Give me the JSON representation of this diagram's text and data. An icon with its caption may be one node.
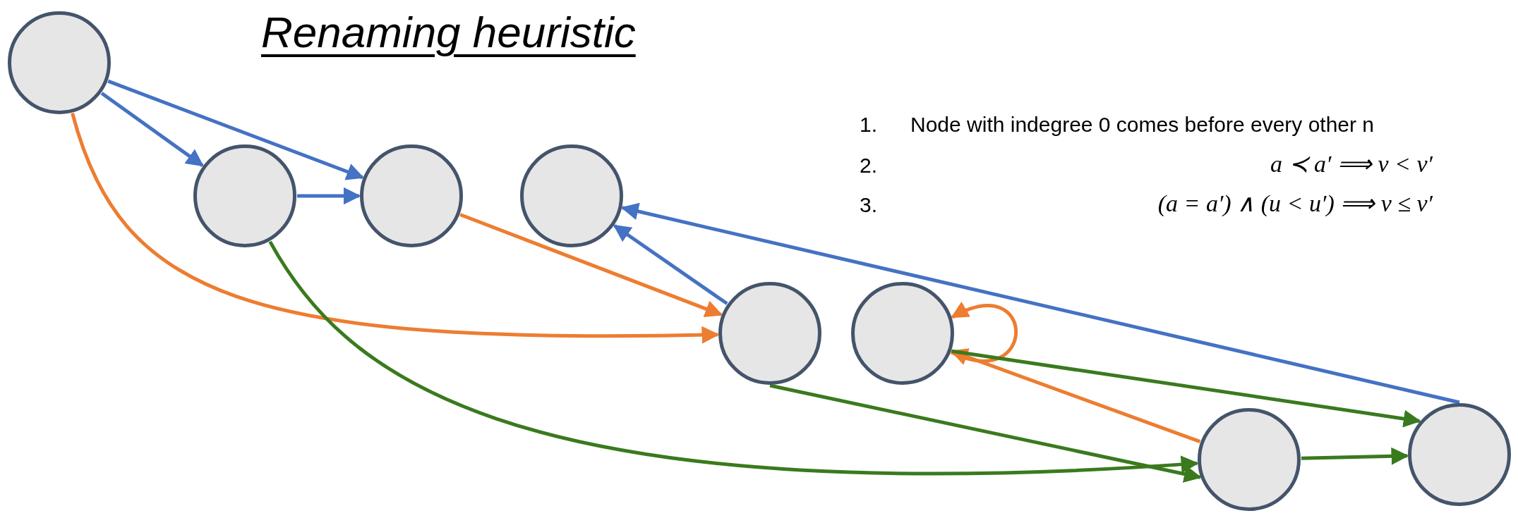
{
  "diagram": {
    "title": "Renaming heuristic",
    "nodes": [
      {
        "text": [],
        "shape": "circle"
      },
      {
        "text": [],
        "shape": "circle"
      },
      {
        "text": [],
        "shape": "circle"
      },
      {
        "text": [],
        "shape": "circle"
      },
      {
        "text": [],
        "shape": "circle"
      },
      {
        "text": [],
        "shape": "circle"
      },
      {
        "text": [],
        "shape": "circle"
      },
      {
        "text": [],
        "shape": "circle"
      }
    ],
    "edges": [
      {
        "from": 0,
        "to": 1,
        "arrow": "to",
        "color": "#4472c4"
      },
      {
        "from": 0,
        "to": 2,
        "arrow": "to",
        "color": "#4472c4"
      },
      {
        "from": 1,
        "to": 2,
        "arrow": "to",
        "color": "#4472c4"
      },
      {
        "from": 4,
        "to": 3,
        "arrow": "to",
        "color": "#4472c4"
      },
      {
        "from": 7,
        "to": 3,
        "arrow": "to",
        "color": "#4472c4"
      },
      {
        "from": 0,
        "to": 4,
        "arrow": "to",
        "color": "#ed7d31"
      },
      {
        "from": 2,
        "to": 4,
        "arrow": "to",
        "color": "#ed7d31"
      },
      {
        "from": 5,
        "to": 5,
        "arrow": "to",
        "color": "#ed7d31"
      },
      {
        "from": 6,
        "to": 5,
        "arrow": "to",
        "color": "#ed7d31"
      },
      {
        "from": 1,
        "to": 6,
        "arrow": "to",
        "color": "#3a7a1e"
      },
      {
        "from": 4,
        "to": 6,
        "arrow": "to",
        "color": "#3a7a1e"
      },
      {
        "from": 5,
        "to": 7,
        "arrow": "to",
        "color": "#3a7a1e"
      },
      {
        "from": 6,
        "to": 7,
        "arrow": "to",
        "color": "#3a7a1e"
      }
    ],
    "labels": [
      "1.",
      "Node with indegree 0 comes before every other n",
      "2.",
      "a ≺ a′ ⟹ v < v′",
      "3.",
      "(a = a′) ∧ (u < u′) ⟹ v ≤ v′"
    ]
  }
}
